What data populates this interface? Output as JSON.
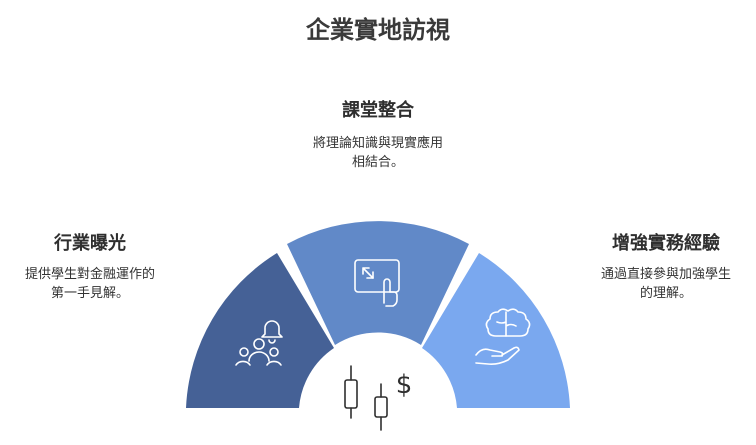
{
  "title": "企業實地訪視",
  "sections": {
    "classroom": {
      "title": "課堂整合",
      "desc_line1": "將理論知識與現實應用",
      "desc_line2": "相結合。",
      "color": "#6189c8",
      "icon": "touch-screen-icon"
    },
    "industry": {
      "title": "行業曝光",
      "desc_line1": "提供學生對金融運作的",
      "desc_line2": "第一手見解。",
      "color": "#456196",
      "icon": "group-notification-icon"
    },
    "practical": {
      "title": "增強實務經驗",
      "desc_line1": "通過直接參與加強學生",
      "desc_line2": "的理解。",
      "color": "#7aa8ef",
      "icon": "brain-hand-icon"
    }
  },
  "center": {
    "icon": "candlestick-dollar-icon",
    "symbol": "$"
  }
}
